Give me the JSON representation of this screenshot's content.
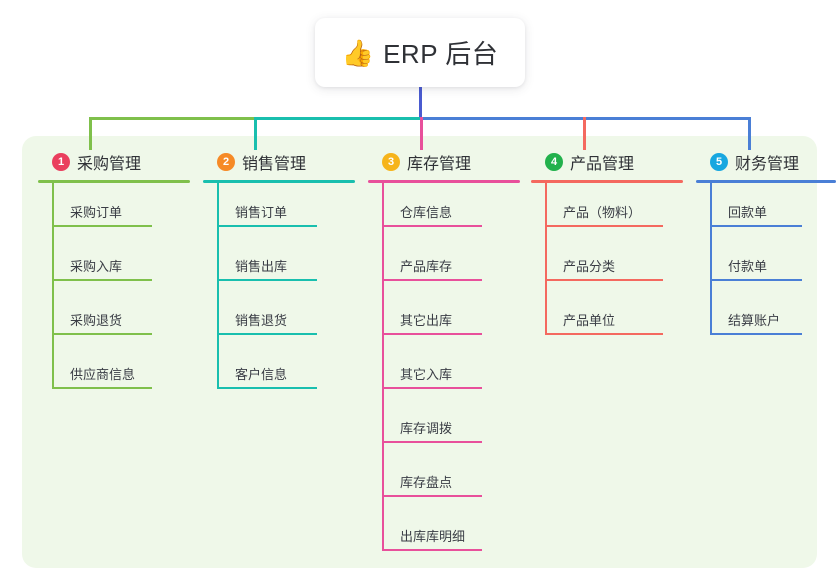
{
  "root": {
    "icon": "thumbs-up-icon",
    "emoji": "👍",
    "label": "ERP 后台"
  },
  "palette": {
    "panel_bg": "#eff8e9",
    "page_bg": "#ffffff",
    "root_line": "#4a5bd0",
    "col1": "#7fc04b",
    "col2": "#19bfae",
    "col3": "#e8509b",
    "col4": "#f4695f",
    "col5": "#4a7fd6",
    "badge1": "#ea3f5e",
    "badge2": "#f68a26",
    "badge3": "#f6b41b",
    "badge4": "#22b14c",
    "badge5": "#17a7e0"
  },
  "columns": [
    {
      "number": "1",
      "title": "采购管理",
      "badge_color": "#ea3f5e",
      "line_color": "#7fc04b",
      "items": [
        {
          "label": "采购订单"
        },
        {
          "label": "采购入库"
        },
        {
          "label": "采购退货"
        },
        {
          "label": "供应商信息"
        }
      ]
    },
    {
      "number": "2",
      "title": "销售管理",
      "badge_color": "#f68a26",
      "line_color": "#19bfae",
      "items": [
        {
          "label": "销售订单"
        },
        {
          "label": "销售出库"
        },
        {
          "label": "销售退货"
        },
        {
          "label": "客户信息"
        }
      ]
    },
    {
      "number": "3",
      "title": "库存管理",
      "badge_color": "#f6b41b",
      "line_color": "#e8509b",
      "items": [
        {
          "label": "仓库信息"
        },
        {
          "label": "产品库存"
        },
        {
          "label": "其它出库"
        },
        {
          "label": "其它入库"
        },
        {
          "label": "库存调拨"
        },
        {
          "label": "库存盘点"
        },
        {
          "label": "出库库明细"
        }
      ]
    },
    {
      "number": "4",
      "title": "产品管理",
      "badge_color": "#22b14c",
      "line_color": "#f4695f",
      "items": [
        {
          "label": "产品（物料）"
        },
        {
          "label": "产品分类"
        },
        {
          "label": "产品单位"
        }
      ]
    },
    {
      "number": "5",
      "title": "财务管理",
      "badge_color": "#17a7e0",
      "line_color": "#4a7fd6",
      "items": [
        {
          "label": "回款单"
        },
        {
          "label": "付款单"
        },
        {
          "label": "结算账户"
        }
      ]
    }
  ]
}
